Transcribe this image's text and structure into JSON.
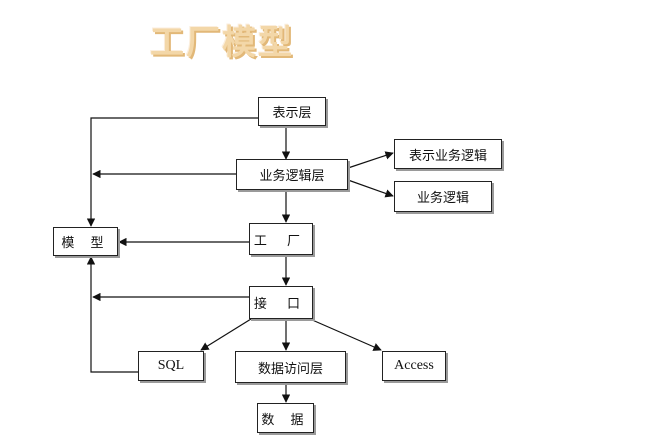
{
  "title": "工厂模型",
  "nodes": {
    "presentation": "表示层",
    "business_logic_layer": "业务逻辑层",
    "presentation_business_logic": "表示业务逻辑",
    "business_logic": "业务逻辑",
    "model": "模 型",
    "factory": "工 厂",
    "interface": "接 口",
    "sql": "SQL",
    "data_access_layer": "数据访问层",
    "access": "Access",
    "data": "数 据"
  },
  "colors": {
    "line": "#111111",
    "box_border": "#222222",
    "box_shadow": "#9a9a9a",
    "title": "#f3d7a8"
  }
}
